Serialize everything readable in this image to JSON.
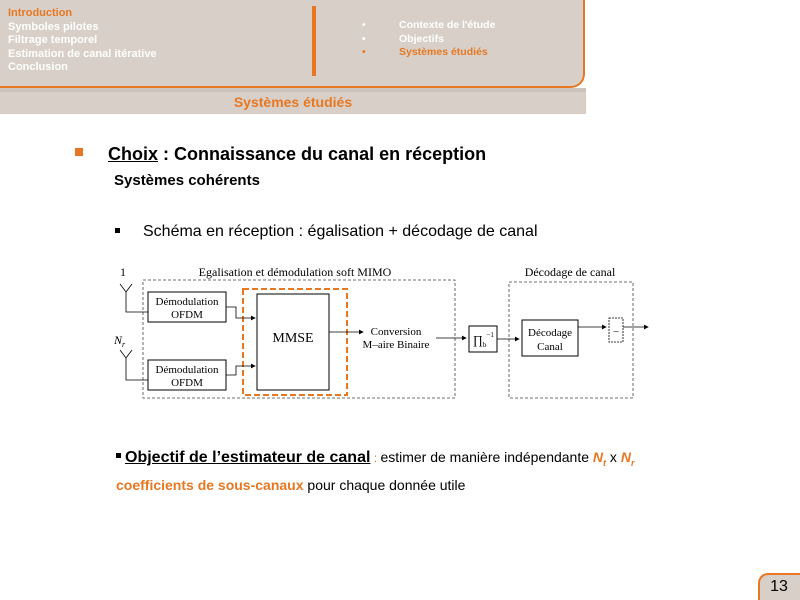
{
  "outline": {
    "items": [
      "Introduction",
      "Symboles pilotes",
      "Filtrage temporel",
      "Estimation de canal itérative",
      "Conclusion"
    ],
    "active_index": 0
  },
  "subnav": {
    "bullet": "•",
    "items": [
      "Contexte de l'étude",
      "Objectifs",
      "Systèmes étudiés"
    ],
    "active_index": 2
  },
  "section_title": "Systèmes étudiés",
  "bullet1": {
    "term": "Choix",
    "rest": " : Connaissance du canal en réception"
  },
  "bullet1_sub": "Systèmes cohérents",
  "bullet2": "Schéma en réception : égalisation + décodage de canal",
  "diagram": {
    "group1_label": "Egalisation et démodulation soft MIMO",
    "group2_label": "Décodage de canal",
    "antenna_top": "1",
    "antenna_bottom": "N",
    "antenna_bottom_sub": "r",
    "demod1_line1": "Démodulation",
    "demod1_line2": "OFDM",
    "demod2_line1": "Démodulation",
    "demod2_line2": "OFDM",
    "mmse": "MMSE",
    "conversion_line1": "Conversion",
    "conversion_line2": "M–aire Binaire",
    "interleaver": "∏",
    "interleaver_sub": "b",
    "interleaver_sup": "−1",
    "decoder_line1": "Décodage",
    "decoder_line2": "Canal",
    "decision": "‒"
  },
  "objective": {
    "lead": "Objectif de l’estimateur de canal",
    "sep": " : ",
    "text1": "estimer de manière indépendante ",
    "nt": "N",
    "nt_sub": "t",
    "times": " x ",
    "nr": "N",
    "nr_sub": "r",
    "highlight": "coefficients de sous-canaux",
    "text2": " pour chaque donnée utile"
  },
  "page_number": "13",
  "colors": {
    "accent": "#e87722",
    "header_bg": "#d8d0c8"
  }
}
